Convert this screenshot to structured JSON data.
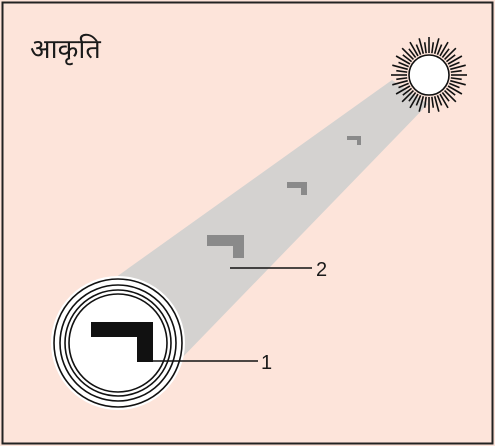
{
  "figure": {
    "title": "आकृति",
    "labels": [
      {
        "id": "1",
        "text": "1"
      },
      {
        "id": "2",
        "text": "2"
      }
    ]
  },
  "colors": {
    "background": "#fde4da",
    "border": "#222222",
    "beam": "#d4d2d0",
    "sun_fill": "#ffffff",
    "sun_rays": "#111111",
    "shape_dark": "#111111",
    "shape_grey": "#8a8a8a"
  }
}
